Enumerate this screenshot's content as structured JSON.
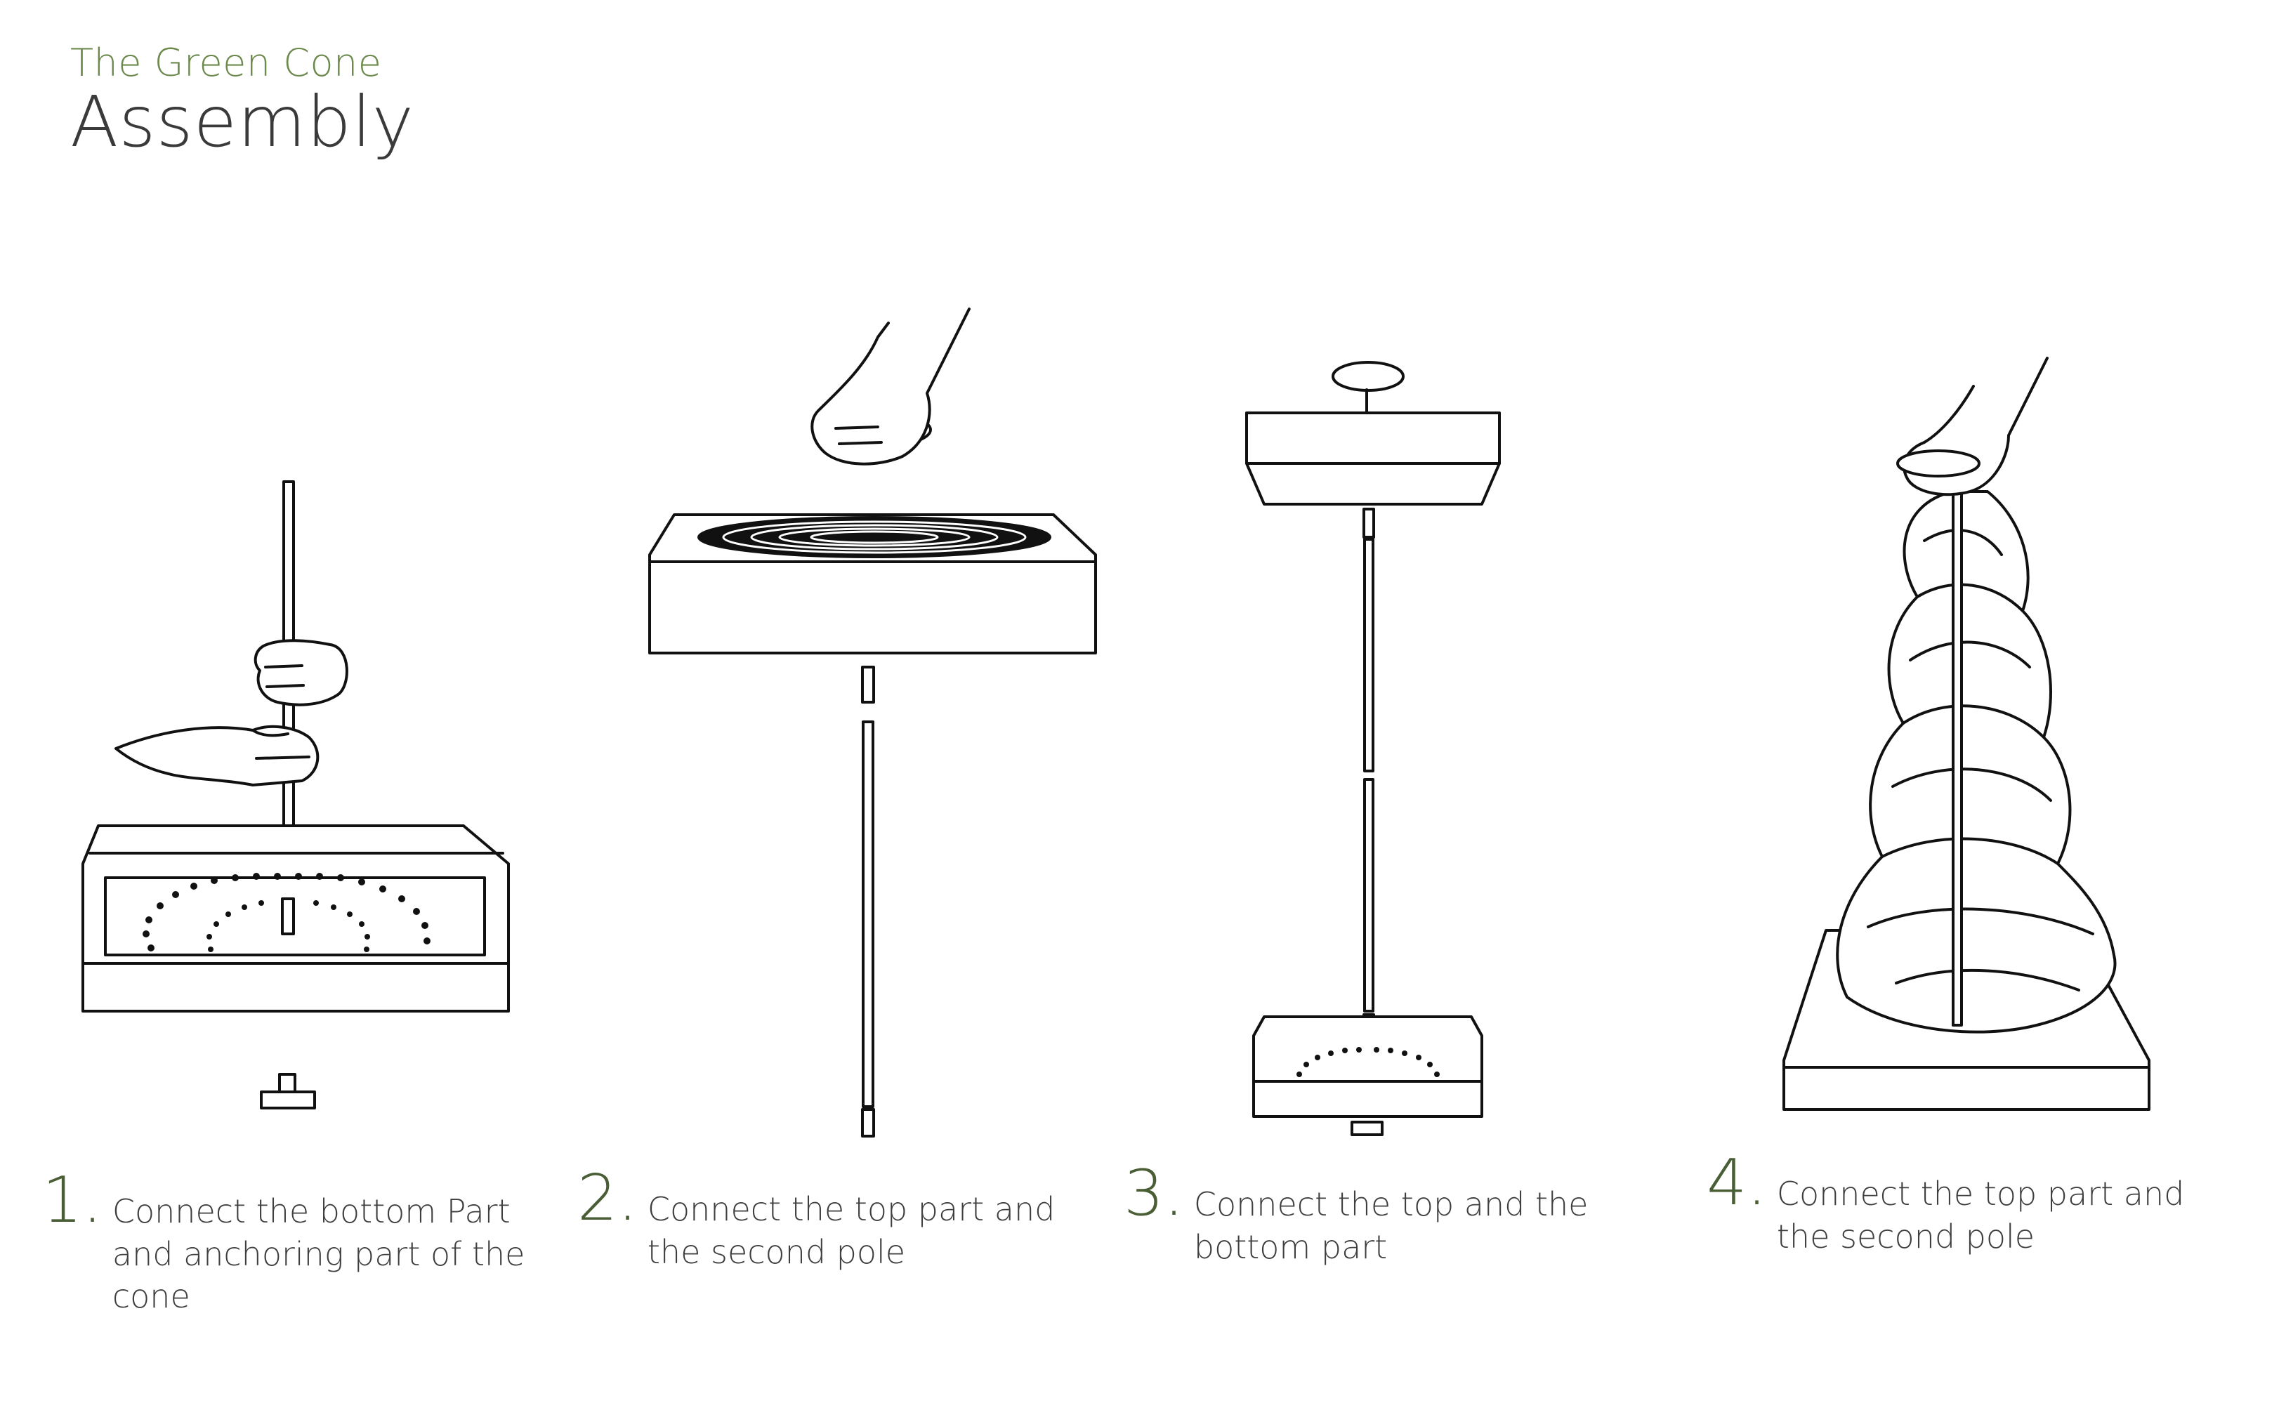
{
  "header": {
    "subtitle": "The Green Cone",
    "title": "Assembly"
  },
  "steps": [
    {
      "number": "1.",
      "text": "Connect the bottom Part and anchoring  part of the cone"
    },
    {
      "number": "2.",
      "text": "Connect the top part and the second pole"
    },
    {
      "number": "3.",
      "text": "Connect the top and the bottom part"
    },
    {
      "number": "4.",
      "text": "Connect the top part and the second pole"
    }
  ],
  "colors": {
    "accent": "#6d8a4e",
    "number": "#4a5e36",
    "text": "#3e3e3e",
    "line": "#111111"
  }
}
